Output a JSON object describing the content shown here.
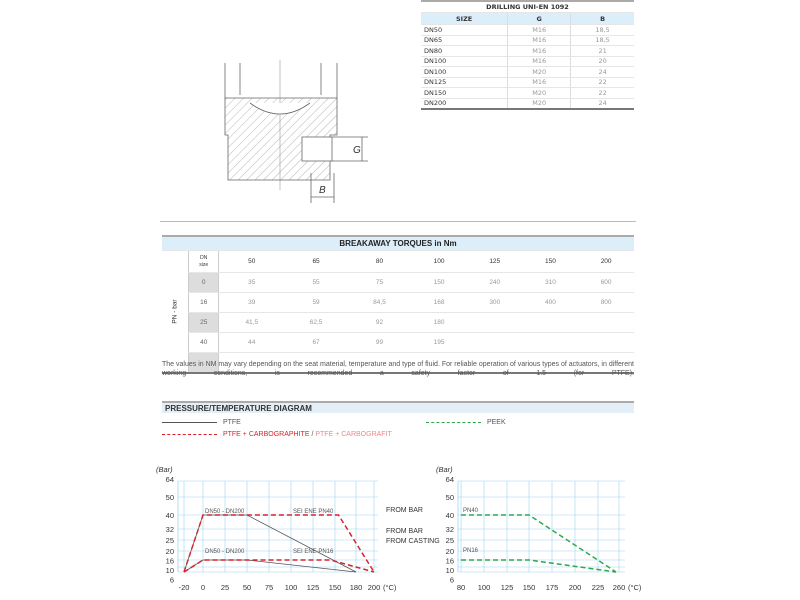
{
  "drilling": {
    "title": "DRILLING  UNI-EN 1092",
    "headers": [
      "SIZE",
      "G",
      "B"
    ],
    "rows": [
      [
        "DN50",
        "M16",
        "18,5"
      ],
      [
        "DN65",
        "M16",
        "18,5"
      ],
      [
        "DN80",
        "M16",
        "21"
      ],
      [
        "DN100",
        "M16",
        "20"
      ],
      [
        "DN100",
        "M20",
        "24"
      ],
      [
        "DN125",
        "M16",
        "22"
      ],
      [
        "DN150",
        "M20",
        "22"
      ],
      [
        "DN200",
        "M20",
        "24"
      ]
    ]
  },
  "drawing": {
    "label_g": "G",
    "label_b": "B"
  },
  "torques": {
    "title": "BREAKAWAY TORQUES in Nm",
    "pn_label": "PN - bar",
    "dn_label": "DN",
    "size_label": "size",
    "dn": [
      "50",
      "65",
      "80",
      "100",
      "125",
      "150",
      "200"
    ],
    "rows": [
      {
        "pn": "0",
        "v": [
          "35",
          "55",
          "75",
          "150",
          "240",
          "310",
          "600"
        ]
      },
      {
        "pn": "16",
        "v": [
          "39",
          "59",
          "84,5",
          "168",
          "300",
          "400",
          "800"
        ]
      },
      {
        "pn": "25",
        "v": [
          "41,5",
          "62,5",
          "92",
          "180",
          "",
          "",
          ""
        ]
      },
      {
        "pn": "40",
        "v": [
          "44",
          "67",
          "99",
          "195",
          "",
          "",
          ""
        ]
      },
      {
        "pn": "",
        "v": [
          "",
          "",
          "",
          "",
          "",
          "",
          ""
        ]
      }
    ]
  },
  "note": "The values in NM may vary depending on the seat material, temperature and type of fluid. For reliable operation of various types of actuators, in different working conditions, is recommended a safety factor of 1.5 (for PTFE).",
  "pt_title": "PRESSURE/TEMPERATURE DIAGRAM",
  "legend": {
    "ptfe": "PTFE",
    "carbo": "PTFE + CARBOGRAPHITE",
    "sep": "/",
    "carbo2": "PTFE + CARBOGRAFIT",
    "peek": "PEEK"
  },
  "colors": {
    "ptfe": "#555555",
    "carbo": "#d8232a",
    "peek": "#2ea84a",
    "grid": "#9fd3f0",
    "header": "#dceefa"
  },
  "chart_data": [
    {
      "type": "line",
      "ylabel": "(Bar)",
      "xunit": "(°C)",
      "xticks": [
        -20,
        0,
        25,
        50,
        75,
        100,
        125,
        150,
        180,
        200
      ],
      "yticks": [
        64,
        50,
        40,
        32,
        25,
        20,
        16,
        10,
        6
      ],
      "annotations": [
        "DN50 - DN200",
        "SEI ENE PN40",
        "DN50 - DN200",
        "SEI ENE PN16"
      ],
      "side_labels": [
        "FROM BAR",
        "FROM BAR",
        "FROM CASTING"
      ],
      "series": [
        {
          "name": "PTFE PN40",
          "style": "ptfe",
          "x": [
            -20,
            0,
            50,
            180
          ],
          "y": [
            6,
            40,
            40,
            6
          ]
        },
        {
          "name": "PTFE PN16",
          "style": "ptfe",
          "x": [
            -20,
            0,
            50,
            180
          ],
          "y": [
            6,
            16,
            16,
            6
          ]
        },
        {
          "name": "PTFE + CARBOGRAPHITE PN40",
          "style": "carbo",
          "x": [
            -20,
            0,
            155,
            200
          ],
          "y": [
            6,
            40,
            40,
            6
          ]
        },
        {
          "name": "PTFE + CARBOGRAPHITE PN16",
          "style": "carbo",
          "x": [
            -20,
            0,
            145,
            180,
            200
          ],
          "y": [
            6,
            16,
            16,
            10,
            6
          ]
        }
      ]
    },
    {
      "type": "line",
      "ylabel": "(Bar)",
      "xunit": "(°C)",
      "xticks": [
        80,
        100,
        125,
        150,
        175,
        200,
        225,
        260
      ],
      "yticks": [
        64,
        50,
        40,
        32,
        25,
        20,
        16,
        10,
        6
      ],
      "annotations": [
        "PN40",
        "PN16"
      ],
      "series": [
        {
          "name": "PEEK PN40",
          "style": "peek",
          "x": [
            80,
            150,
            255
          ],
          "y": [
            40,
            40,
            6
          ]
        },
        {
          "name": "PEEK PN16",
          "style": "peek",
          "x": [
            80,
            150,
            255
          ],
          "y": [
            16,
            16,
            6
          ]
        }
      ]
    }
  ]
}
